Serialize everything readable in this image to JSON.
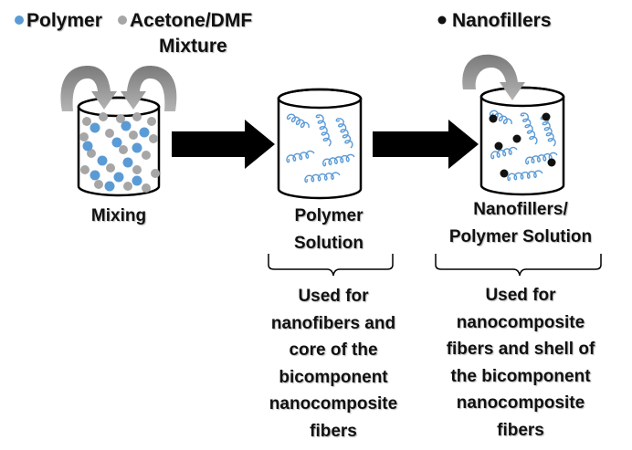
{
  "legend": {
    "polymer": "Polymer",
    "solvent": "Acetone/DMF",
    "solvent_line2": "Mixture",
    "nanofillers": "Nanofillers"
  },
  "stages": {
    "mixing": "Mixing",
    "polymer_solution_line1": "Polymer",
    "polymer_solution_line2": "Solution",
    "nano_solution_line1": "Nanofillers/",
    "nano_solution_line2": "Polymer Solution"
  },
  "uses": {
    "left": [
      "Used for",
      "nanofibers and",
      "core of the",
      "bicomponent",
      "nanocomposite",
      "fibers"
    ],
    "right": [
      "Used for",
      "nanocomposite",
      "fibers and shell of",
      "the bicomponent",
      "nanocomposite",
      "fibers"
    ]
  },
  "colors": {
    "polymer": "#5b9bd5",
    "solvent": "#a6a6a6",
    "nanofiller": "#111111",
    "fiber": "#5b9bd5",
    "curved_arrow": "#8c8c8c",
    "arrow": "#000000"
  }
}
